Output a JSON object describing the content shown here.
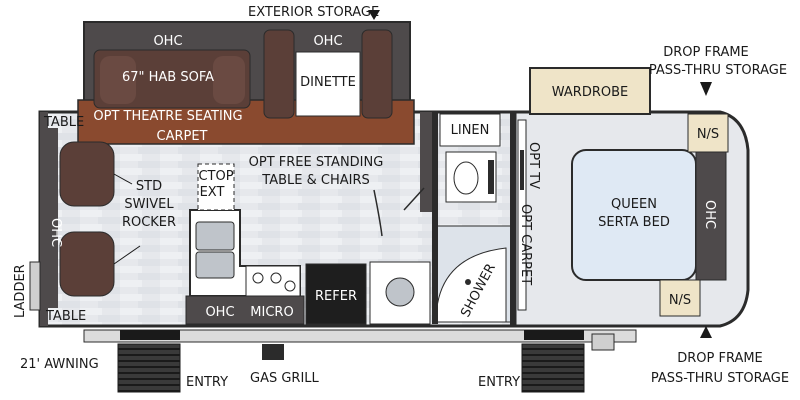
{
  "labels": {
    "exterior_storage": "EXTERIOR STORAGE",
    "ohc_slide_left": "OHC",
    "ohc_slide_right": "OHC",
    "hab_sofa": "67\" HAB SOFA",
    "dinette": "DINETTE",
    "opt_theatre_seating": "OPT THEATRE SEATING",
    "carpet_slide": "CARPET",
    "table_top": "TABLE",
    "table_bottom": "TABLE",
    "ohc_front": "OHC",
    "std_rocker_1": "STD",
    "std_rocker_2": "SWIVEL",
    "std_rocker_3": "ROCKER",
    "ctop_1": "CTOP",
    "ctop_2": "EXT",
    "opt_table_1": "OPT FREE STANDING",
    "opt_table_2": "TABLE & CHAIRS",
    "linen": "LINEN",
    "opt_tv": "OPT TV",
    "wardrobe": "WARDROBE",
    "drop_frame_top_1": "DROP FRAME",
    "drop_frame_top_2": "PASS-THRU STORAGE",
    "ns_top": "N/S",
    "queen_1": "QUEEN",
    "queen_2": "SERTA BED",
    "ohc_bed": "OHC",
    "opt_carpet": "OPT CARPET",
    "shower": "SHOWER",
    "ns_bottom": "N/S",
    "refer": "REFER",
    "ohc_kitchen": "OHC",
    "micro": "MICRO",
    "ladder": "LADDER",
    "awning": "21' AWNING",
    "entry_left": "ENTRY",
    "gas_grill": "GAS GRILL",
    "entry_right": "ENTRY",
    "drop_frame_bottom_1": "DROP FRAME",
    "drop_frame_bottom_2": "PASS-THRU STORAGE"
  },
  "colors": {
    "cabinet_dark": "#4e4a4b",
    "cabinet_outline": "#2b2b2b",
    "upholstery": "#5b3f38",
    "carpet": "#8a4a2f",
    "floor": "#e6e8ec",
    "trim_tan": "#efe4c8",
    "mattress": "#dfe9f4",
    "refer": "#1e1e1e"
  }
}
